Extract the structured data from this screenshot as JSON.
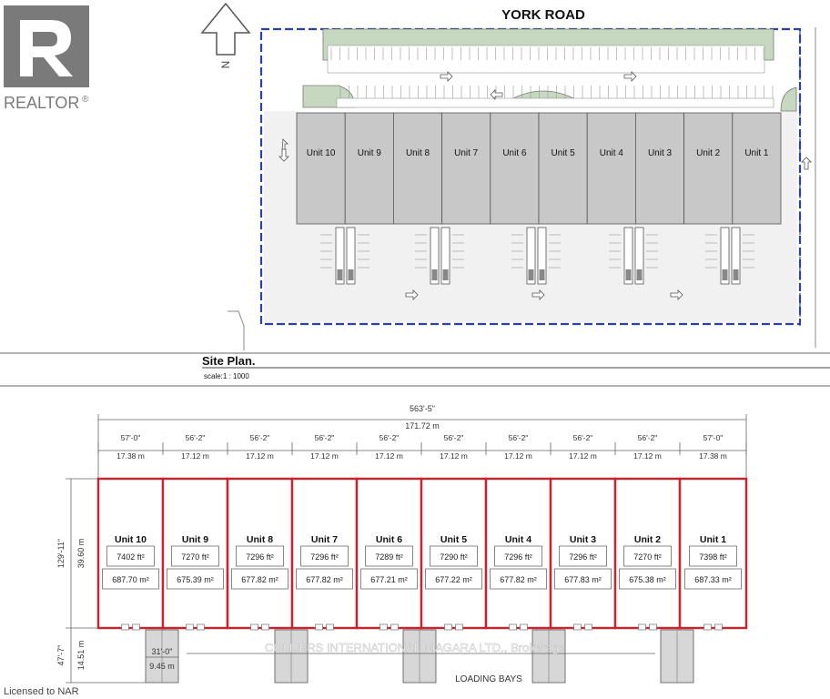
{
  "site_plan": {
    "road_label": "YORK ROAD",
    "north_label": "N",
    "title": "Site Plan.",
    "scale": "scale:1 : 1000",
    "units": [
      "Unit 10",
      "Unit 9",
      "Unit 8",
      "Unit 7",
      "Unit 6",
      "Unit 5",
      "Unit 4",
      "Unit 3",
      "Unit 2",
      "Unit 1"
    ]
  },
  "logo": {
    "text": "REALTOR",
    "mark": "®"
  },
  "floor_plan": {
    "overall_imperial": "563'-5\"",
    "overall_metric": "171.72 m",
    "depth_imperial": "129'-11\"",
    "depth_metric": "39.60 m",
    "bay_depth_imperial": "47'-7\"",
    "bay_depth_metric": "14.51 m",
    "bay_width_imperial": "31'-0\"",
    "bay_width_metric": "9.45 m",
    "loading_label": "LOADING BAYS",
    "watermark": "COLLIERS INTERNATIONAL NIAGARA LTD., Brokerage",
    "units": [
      {
        "name": "Unit 10",
        "ft": "7402 ft²",
        "m": "687.70 m²",
        "w_imp": "57'-0\"",
        "w_m": "17.38 m"
      },
      {
        "name": "Unit 9",
        "ft": "7270 ft²",
        "m": "675.39 m²",
        "w_imp": "56'-2\"",
        "w_m": "17.12 m"
      },
      {
        "name": "Unit 8",
        "ft": "7296 ft²",
        "m": "677.82 m²",
        "w_imp": "56'-2\"",
        "w_m": "17.12 m"
      },
      {
        "name": "Unit 7",
        "ft": "7296 ft²",
        "m": "677.82 m²",
        "w_imp": "56'-2\"",
        "w_m": "17.12 m"
      },
      {
        "name": "Unit 6",
        "ft": "7289 ft²",
        "m": "677.21 m²",
        "w_imp": "56'-2\"",
        "w_m": "17.12 m"
      },
      {
        "name": "Unit 5",
        "ft": "7290 ft²",
        "m": "677.22 m²",
        "w_imp": "56'-2\"",
        "w_m": "17.12 m"
      },
      {
        "name": "Unit 4",
        "ft": "7296 ft²",
        "m": "677.82 m²",
        "w_imp": "56'-2\"",
        "w_m": "17.12 m"
      },
      {
        "name": "Unit 3",
        "ft": "7296 ft²",
        "m": "677.83 m²",
        "w_imp": "56'-2\"",
        "w_m": "17.12 m"
      },
      {
        "name": "Unit 2",
        "ft": "7270 ft²",
        "m": "675.38 m²",
        "w_imp": "56'-2\"",
        "w_m": "17.12 m"
      },
      {
        "name": "Unit 1",
        "ft": "7398 ft²",
        "m": "687.33 m²",
        "w_imp": "57'-0\"",
        "w_m": "17.38 m"
      }
    ]
  },
  "footer": {
    "license": "Licensed to NAR"
  },
  "colors": {
    "red_outline": "#d0202a",
    "blue_boundary": "#2a3fb0",
    "building_grey": "#c8c8c8",
    "green": "#c6d8bf",
    "logo_grey": "#7a7a7a"
  }
}
